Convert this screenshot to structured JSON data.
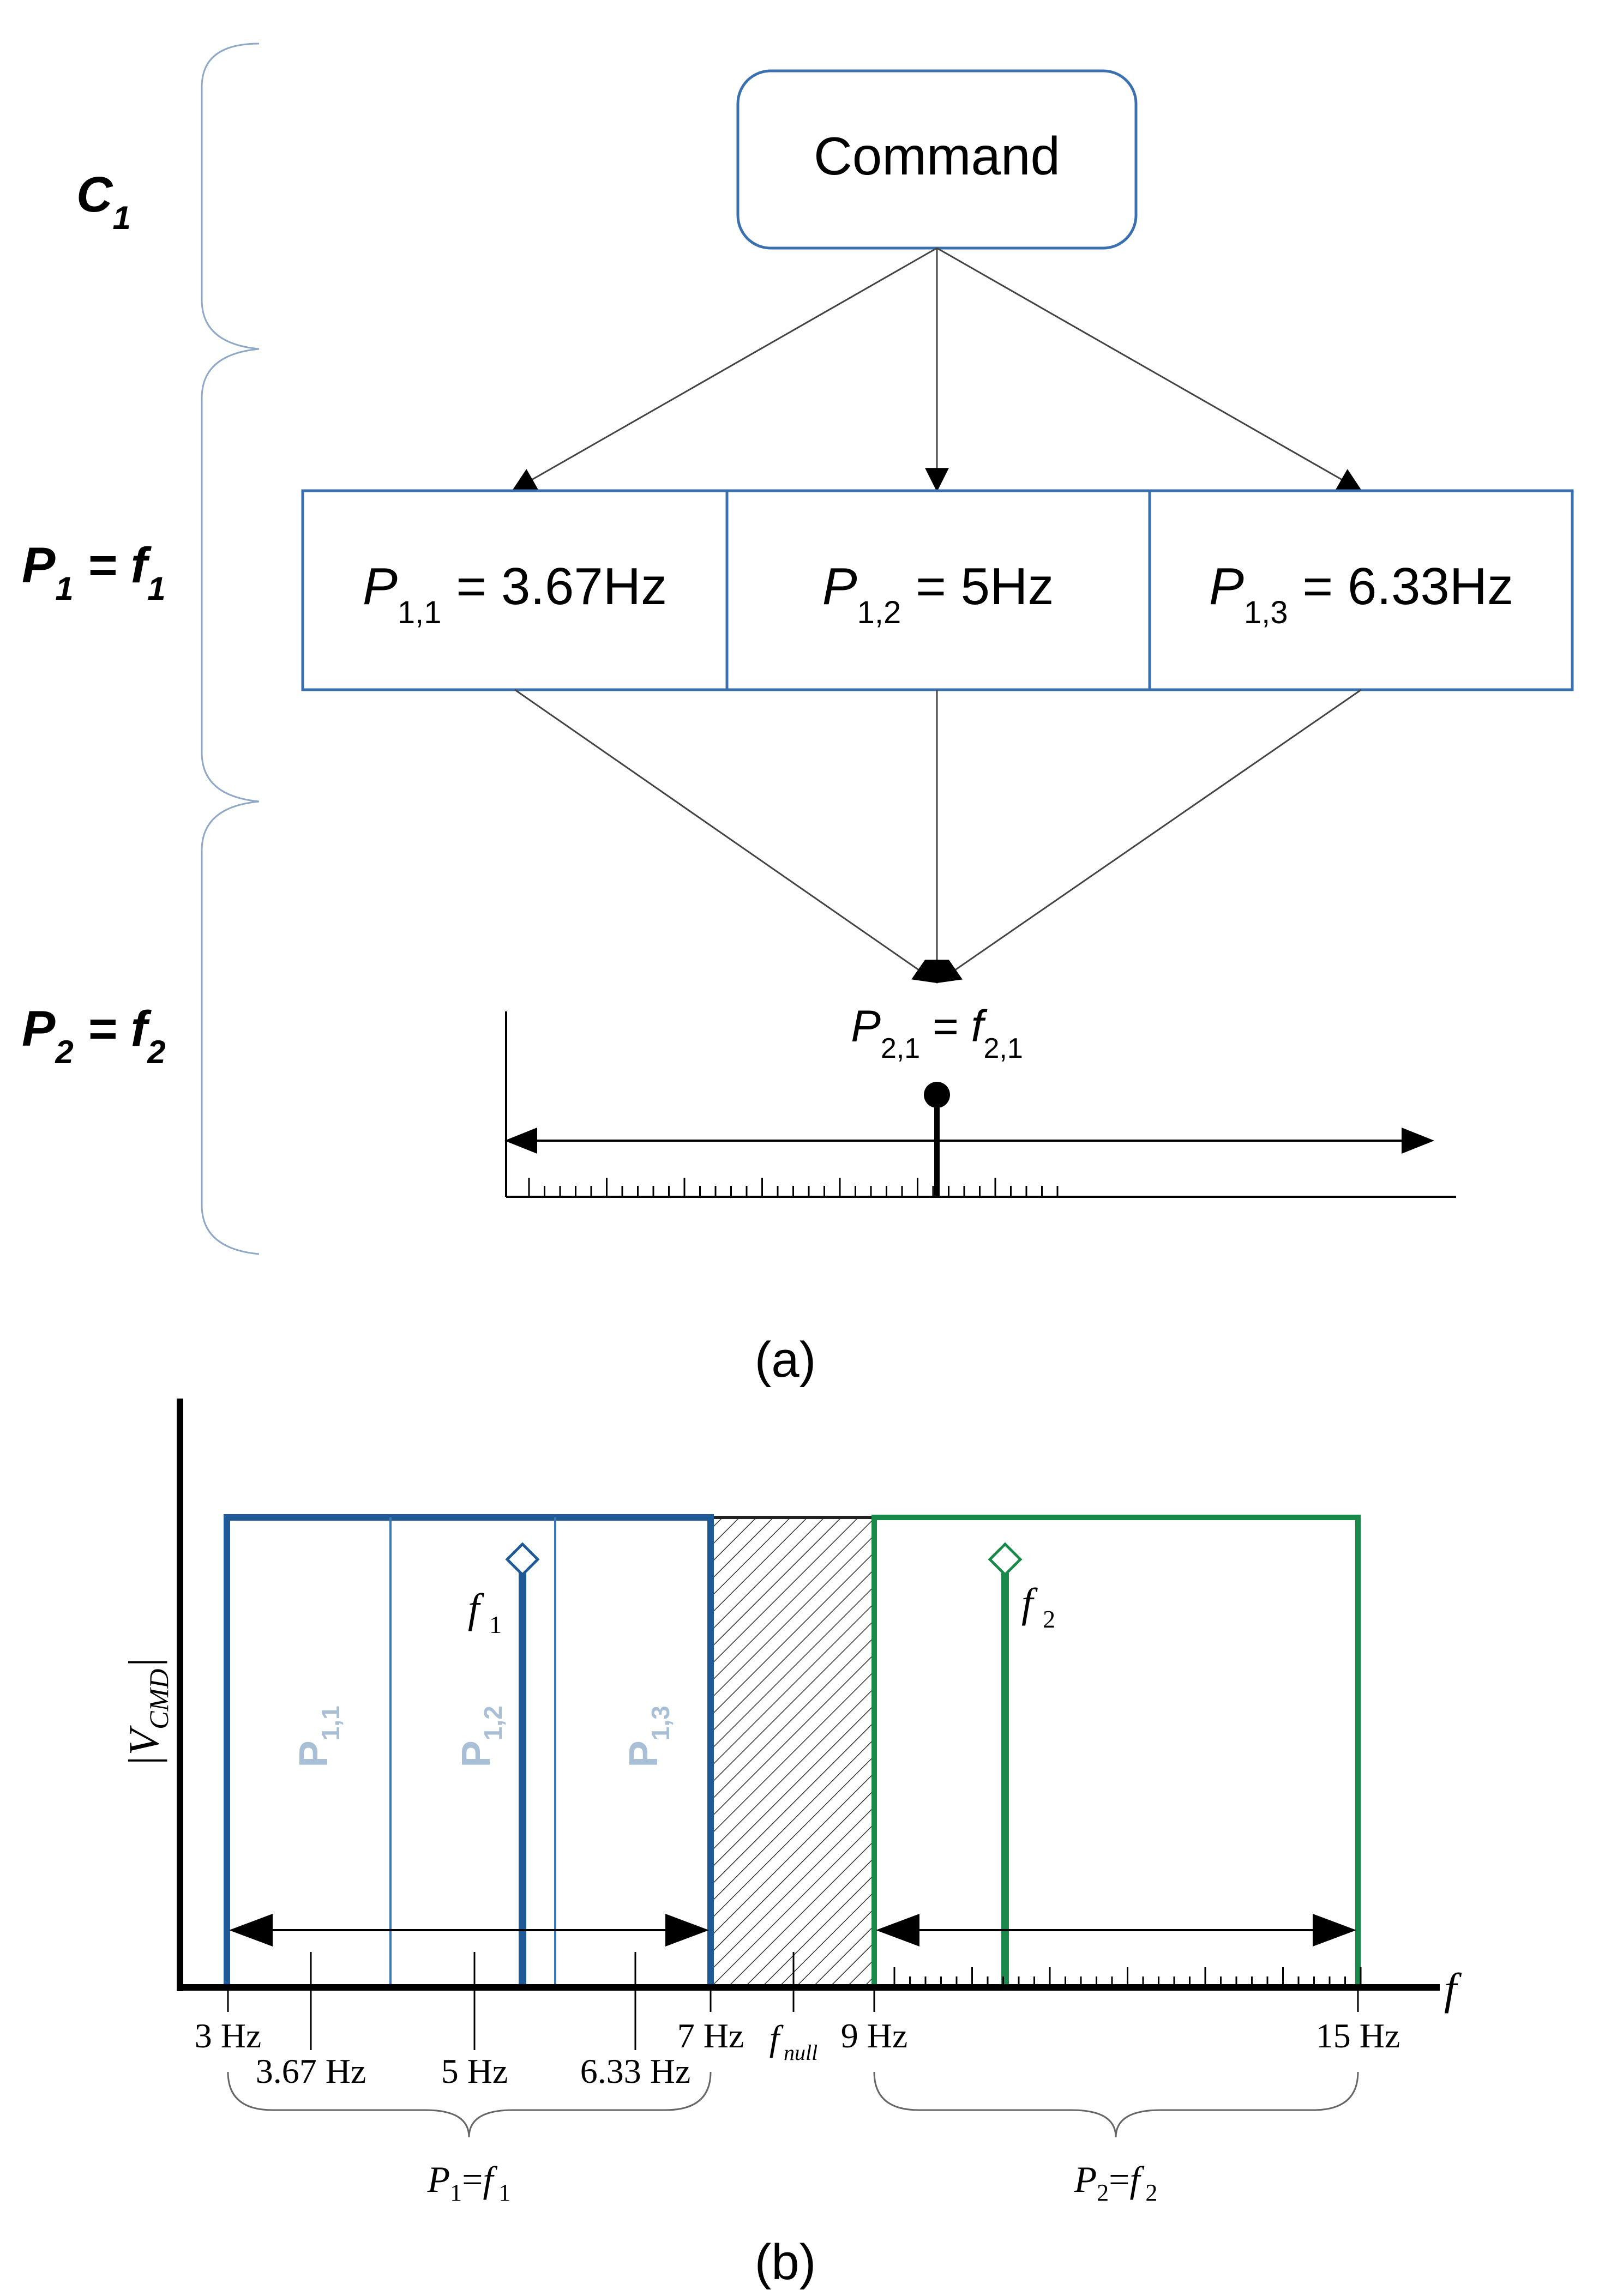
{
  "panel_a": {
    "caption": "(a)",
    "levels": {
      "c1": {
        "main": "C",
        "sub": "1"
      },
      "p1": {
        "main": "P",
        "sub": "1",
        "eq": " = ",
        "f": "f",
        "fsub": "1"
      },
      "p2": {
        "main": "P",
        "sub": "2",
        "eq": " = ",
        "f": "f",
        "fsub": "2"
      }
    },
    "command_label": "Command",
    "p1_boxes": [
      {
        "main": "P",
        "sub": "1,1",
        "rest": " = 3.67Hz"
      },
      {
        "main": "P",
        "sub": "1,2",
        "rest": " = 5Hz"
      },
      {
        "main": "P",
        "sub": "1,3",
        "rest": " = 6.33Hz"
      }
    ],
    "p2_label": {
      "main": "P",
      "sub": "2,1",
      "eq": " = ",
      "f": "f",
      "fsub": "2,1"
    }
  },
  "panel_b": {
    "caption": "(b)",
    "y_axis_label": "V",
    "y_axis_sub": "CMD",
    "x_axis_label": "f",
    "ticks": {
      "t3": "3 Hz",
      "t367": "3.67 Hz",
      "t5": "5 Hz",
      "t633": "6.33 Hz",
      "t7": "7 Hz",
      "t9": "9 Hz",
      "t15": "15 Hz"
    },
    "fnull": {
      "main": "f",
      "sub": "null"
    },
    "f1": {
      "main": "f",
      "sub": "1"
    },
    "f2": {
      "main": "f",
      "sub": "2"
    },
    "band_labels": [
      {
        "main": "P",
        "sub": "1,1"
      },
      {
        "main": "P",
        "sub": "1,2"
      },
      {
        "main": "P",
        "sub": "1,3"
      }
    ],
    "brace_p1": {
      "main": "P",
      "sub": "1",
      "eq": "=",
      "f": "f",
      "fsub": "1"
    },
    "brace_p2": {
      "main": "P",
      "sub": "2",
      "eq": "=",
      "f": "f",
      "fsub": "2"
    },
    "colors": {
      "blue": "#1f5a96",
      "light_blue": "#3a78b8",
      "band_text": "#a8bfd6",
      "green": "#1a8a4a",
      "box_stroke": "#3a6fb0",
      "brace": "#8fa8c8"
    }
  }
}
